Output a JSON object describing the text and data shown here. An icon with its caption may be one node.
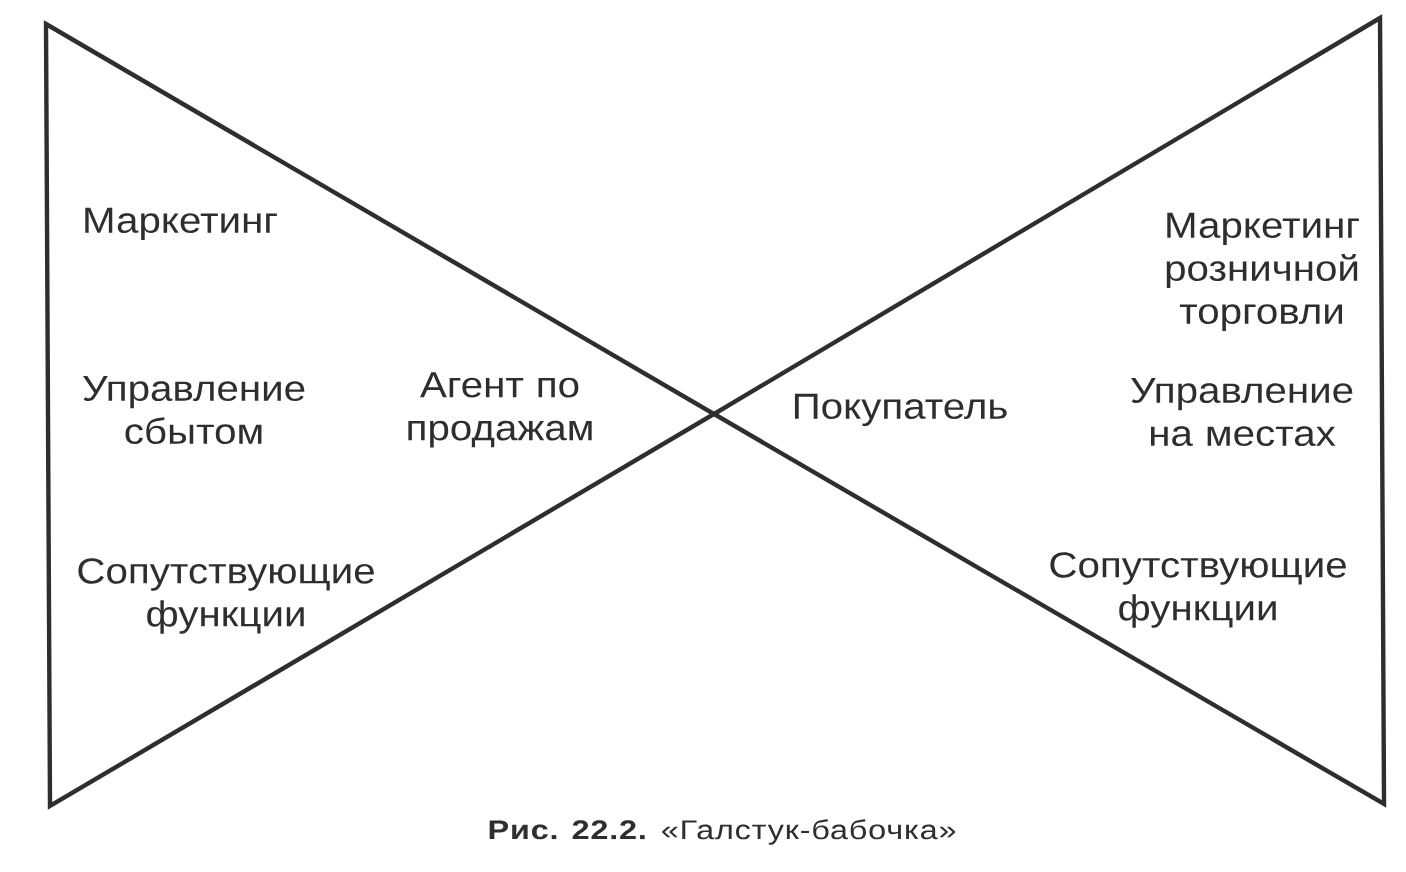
{
  "diagram": {
    "caption": "**Рис. 22.2.** «Галстук-бабочка»",
    "nodes": [
      {
        "text": [
          "Маркетинг",
          "Управление сбытом",
          "Агент по продажам",
          "Сопутствующие функции"
        ]
      },
      {
        "text": [
          "Маркетинг розничной торговли",
          "Покупатель",
          "Управление на местах",
          "Сопутствующие функции"
        ]
      }
    ]
  }
}
